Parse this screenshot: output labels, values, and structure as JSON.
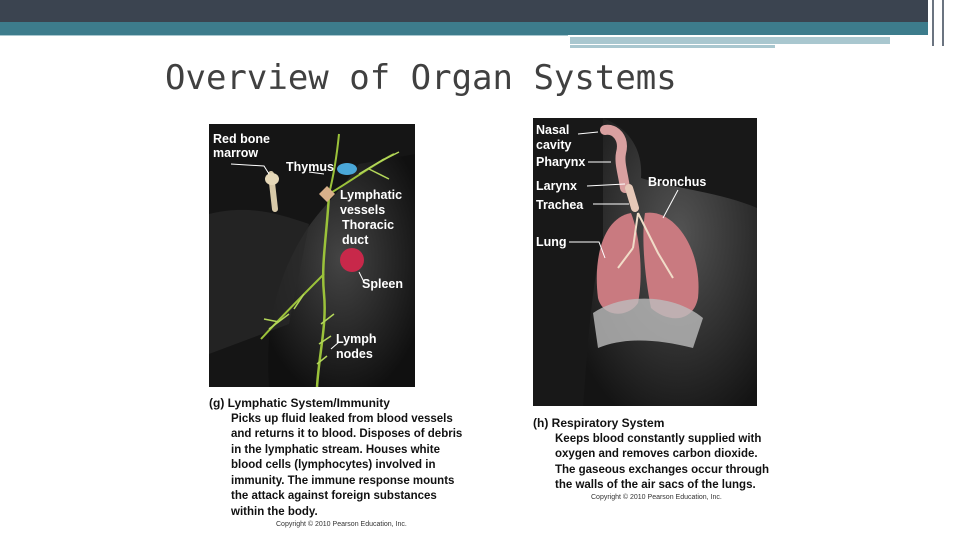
{
  "slide": {
    "title": "Overview of Organ Systems"
  },
  "lymphatic_figure": {
    "labels": {
      "red_bone_marrow_line1": "Red bone",
      "red_bone_marrow_line2": "marrow",
      "thymus": "Thymus",
      "lymphatic_vessels_line1": "Lymphatic",
      "lymphatic_vessels_line2": "vessels",
      "thoracic_duct_line1": "Thoracic",
      "thoracic_duct_line2": "duct",
      "spleen": "Spleen",
      "lymph_nodes_line1": "Lymph",
      "lymph_nodes_line2": "nodes"
    },
    "caption_head": "(g) Lymphatic System/Immunity",
    "caption_lines": [
      "Picks up fluid leaked from blood vessels",
      "and returns it to blood. Disposes of debris",
      "in the lymphatic stream. Houses white",
      "blood cells (lymphocytes) involved in",
      "immunity. The immune response mounts",
      "the attack against foreign substances",
      "within the body."
    ],
    "copyright": "Copyright © 2010 Pearson Education, Inc."
  },
  "respiratory_figure": {
    "labels": {
      "nasal_cavity_line1": "Nasal",
      "nasal_cavity_line2": "cavity",
      "pharynx": "Pharynx",
      "larynx": "Larynx",
      "trachea": "Trachea",
      "lung": "Lung",
      "bronchus": "Bronchus"
    },
    "caption_head": "(h) Respiratory System",
    "caption_lines": [
      "Keeps blood constantly supplied with",
      "oxygen and removes carbon dioxide.",
      "The gaseous exchanges occur through",
      "the walls of the air sacs of the lungs."
    ],
    "copyright": "Copyright © 2010 Pearson Education, Inc."
  }
}
